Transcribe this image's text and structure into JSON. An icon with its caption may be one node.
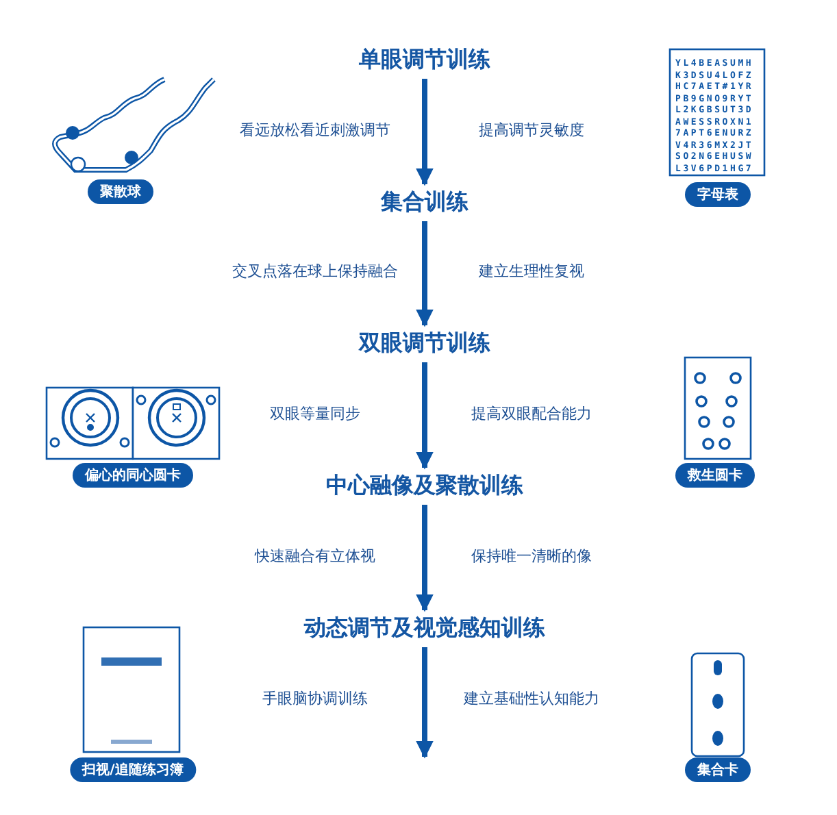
{
  "diagram": {
    "nodes": [
      {
        "text": [
          "单眼调节训练"
        ]
      },
      {
        "text": [
          "集合训练"
        ]
      },
      {
        "text": [
          "双眼调节训练"
        ]
      },
      {
        "text": [
          "中心融像及聚散训练"
        ]
      },
      {
        "text": [
          "动态调节及视觉感知训练"
        ]
      },
      {
        "text": [
          "聚散球"
        ]
      },
      {
        "text": [
          "字母表"
        ]
      },
      {
        "text": [
          "偏心的同心圆卡"
        ]
      },
      {
        "text": [
          "救生圆卡"
        ]
      },
      {
        "text": [
          "扫视/追随练习簿"
        ]
      },
      {
        "text": [
          "集合卡"
        ]
      }
    ],
    "edges": [
      {
        "from": 0,
        "to": 1,
        "arrow": "to"
      },
      {
        "from": 1,
        "to": 2,
        "arrow": "to"
      },
      {
        "from": 2,
        "to": 3,
        "arrow": "to"
      },
      {
        "from": 3,
        "to": 4,
        "arrow": "to"
      },
      {
        "from": 4,
        "to": null,
        "arrow": "to"
      }
    ],
    "labels": [
      "YL4BEASUMH",
      "K3DSU4LOFZ",
      "HC7AET#1YR",
      "PB9GNO9RYT",
      "L2KGBSUT3D",
      "AWESSROXN1",
      "7APT6ENURZ",
      "V4R36MX2JT",
      "SO2N6EHUSW",
      "L3V6PD1HG7",
      "看远放松看近刺激调节",
      "提高调节灵敏度",
      "交叉点落在球上保持融合",
      "建立生理性复视",
      "双眼等量同步",
      "提高双眼配合能力",
      "快速融合有立体视",
      "保持唯一清晰的像",
      "手眼脑协调训练",
      "建立基础性认知能力"
    ]
  }
}
